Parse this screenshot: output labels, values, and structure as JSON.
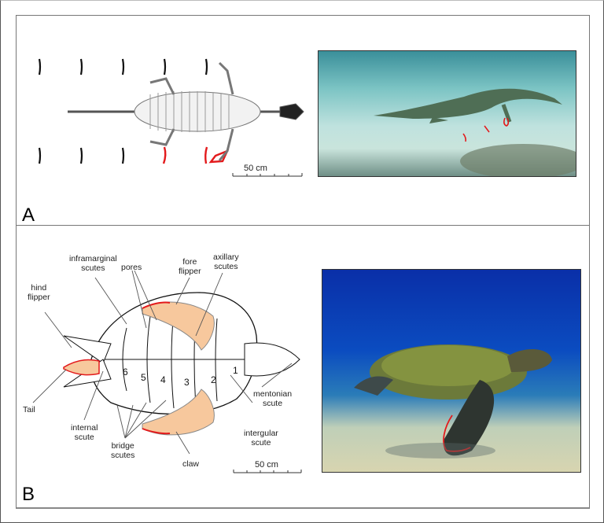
{
  "figure": {
    "panels": [
      {
        "id": "A",
        "label": "A",
        "diagram": {
          "subject": "skeleton-top-view",
          "scale_bar": {
            "label": "50 cm",
            "ticks": 5
          },
          "highlight_color": "#e31a1c"
        },
        "photo": {
          "subject": "swimming-marine-reptile-reconstruction",
          "highlight_color": "#e31a1c"
        }
      },
      {
        "id": "B",
        "label": "B",
        "diagram": {
          "subject": "turtle-plastron-ventral-view",
          "labels": {
            "inframarginal": "inframarginal",
            "inframarginal2": "scutes",
            "pores": "pores",
            "fore": "fore",
            "fore2": "flipper",
            "axillary": "axillary",
            "axillary2": "scutes",
            "hind": "hind",
            "hind2": "flipper",
            "tail": "Tail",
            "internal": "internal",
            "internal2": "scute",
            "bridge": "bridge",
            "bridge2": "scutes",
            "claw": "claw",
            "mentonian": "mentonian",
            "mentonian2": "scute",
            "intergular": "intergular",
            "intergular2": "scute"
          },
          "scute_numbers": [
            "1",
            "2",
            "3",
            "4",
            "5",
            "6"
          ],
          "scale_bar": {
            "label": "50 cm",
            "ticks": 5
          },
          "flipper_fill": "#f7c89d",
          "highlight_color": "#e31a1c"
        },
        "photo": {
          "subject": "green-sea-turtle-swimming",
          "highlight_color": "#e31a1c"
        }
      }
    ]
  }
}
